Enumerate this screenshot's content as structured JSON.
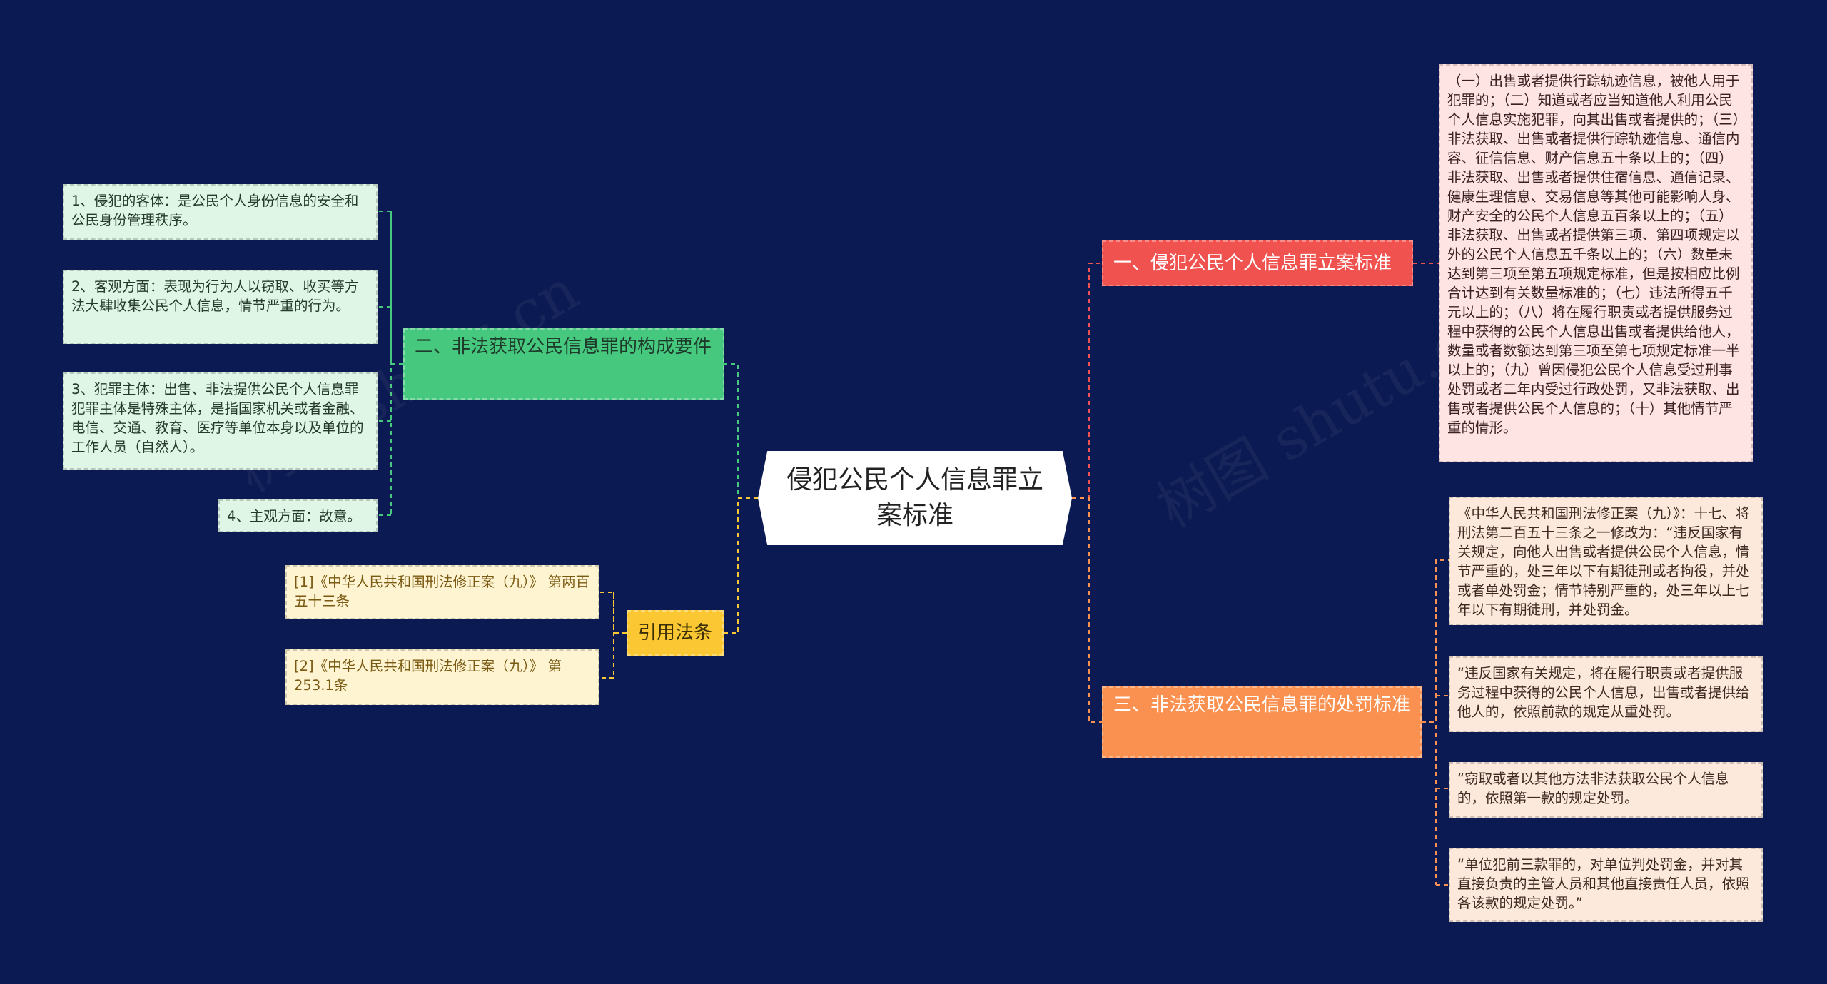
{
  "center": {
    "title": "侵犯公民个人信息罪立案标准"
  },
  "branches": {
    "standard": {
      "label": "一、侵犯公民个人信息罪立案标准",
      "detail": "（一）出售或者提供行踪轨迹信息，被他人用于犯罪的；（二）知道或者应当知道他人利用公民个人信息实施犯罪，向其出售或者提供的；（三）非法获取、出售或者提供行踪轨迹信息、通信内容、征信信息、财产信息五十条以上的；（四）非法获取、出售或者提供住宿信息、通信记录、健康生理信息、交易信息等其他可能影响人身、财产安全的公民个人信息五百条以上的；（五）非法获取、出售或者提供第三项、第四项规定以外的公民个人信息五千条以上的；（六）数量未达到第三项至第五项规定标准，但是按相应比例合计达到有关数量标准的；（七）违法所得五千元以上的；（八）将在履行职责或者提供服务过程中获得的公民个人信息出售或者提供给他人，数量或者数额达到第三项至第七项规定标准一半以上的；（九）曾因侵犯公民个人信息受过刑事处罚或者二年内受过行政处罚，又非法获取、出售或者提供公民个人信息的；（十）其他情节严重的情形。"
    },
    "elements": {
      "label": "二、非法获取公民信息罪的构成要件",
      "items": [
        "1、侵犯的客体：是公民个人身份信息的安全和公民身份管理秩序。",
        "2、客观方面：表现为行为人以窃取、收买等方法大肆收集公民个人信息，情节严重的行为。",
        "3、犯罪主体：出售、非法提供公民个人信息罪犯罪主体是特殊主体，是指国家机关或者金融、电信、交通、教育、医疗等单位本身以及单位的工作人员（自然人）。",
        "4、主观方面：故意。"
      ]
    },
    "citations": {
      "label": "引用法条",
      "items": [
        "[1]《中华人民共和国刑法修正案（九）》 第两百五十三条",
        "[2]《中华人民共和国刑法修正案（九）》 第253.1条"
      ]
    },
    "penalty": {
      "label": "三、非法获取公民信息罪的处罚标准",
      "items": [
        "《中华人民共和国刑法修正案（九）》：十七、将刑法第二百五十三条之一修改为：“违反国家有关规定，向他人出售或者提供公民个人信息，情节严重的，处三年以下有期徒刑或者拘役，并处或者单处罚金；情节特别严重的，处三年以上七年以下有期徒刑，并处罚金。",
        "“违反国家有关规定，将在履行职责或者提供服务过程中获得的公民个人信息，出售或者提供给他人的，依照前款的规定从重处罚。",
        "“窃取或者以其他方法非法获取公民个人信息的，依照第一款的规定处罚。",
        "“单位犯前三款罪的，对单位判处罚金，并对其直接负责的主管人员和其他直接责任人员，依照各该款的规定处罚。”"
      ]
    }
  },
  "colors": {
    "background": "#0b1a52",
    "red": "#f0534f",
    "green": "#46c87e",
    "yellow": "#fbc834",
    "orange": "#fb9150"
  },
  "watermark": "树图 shutu.cn"
}
